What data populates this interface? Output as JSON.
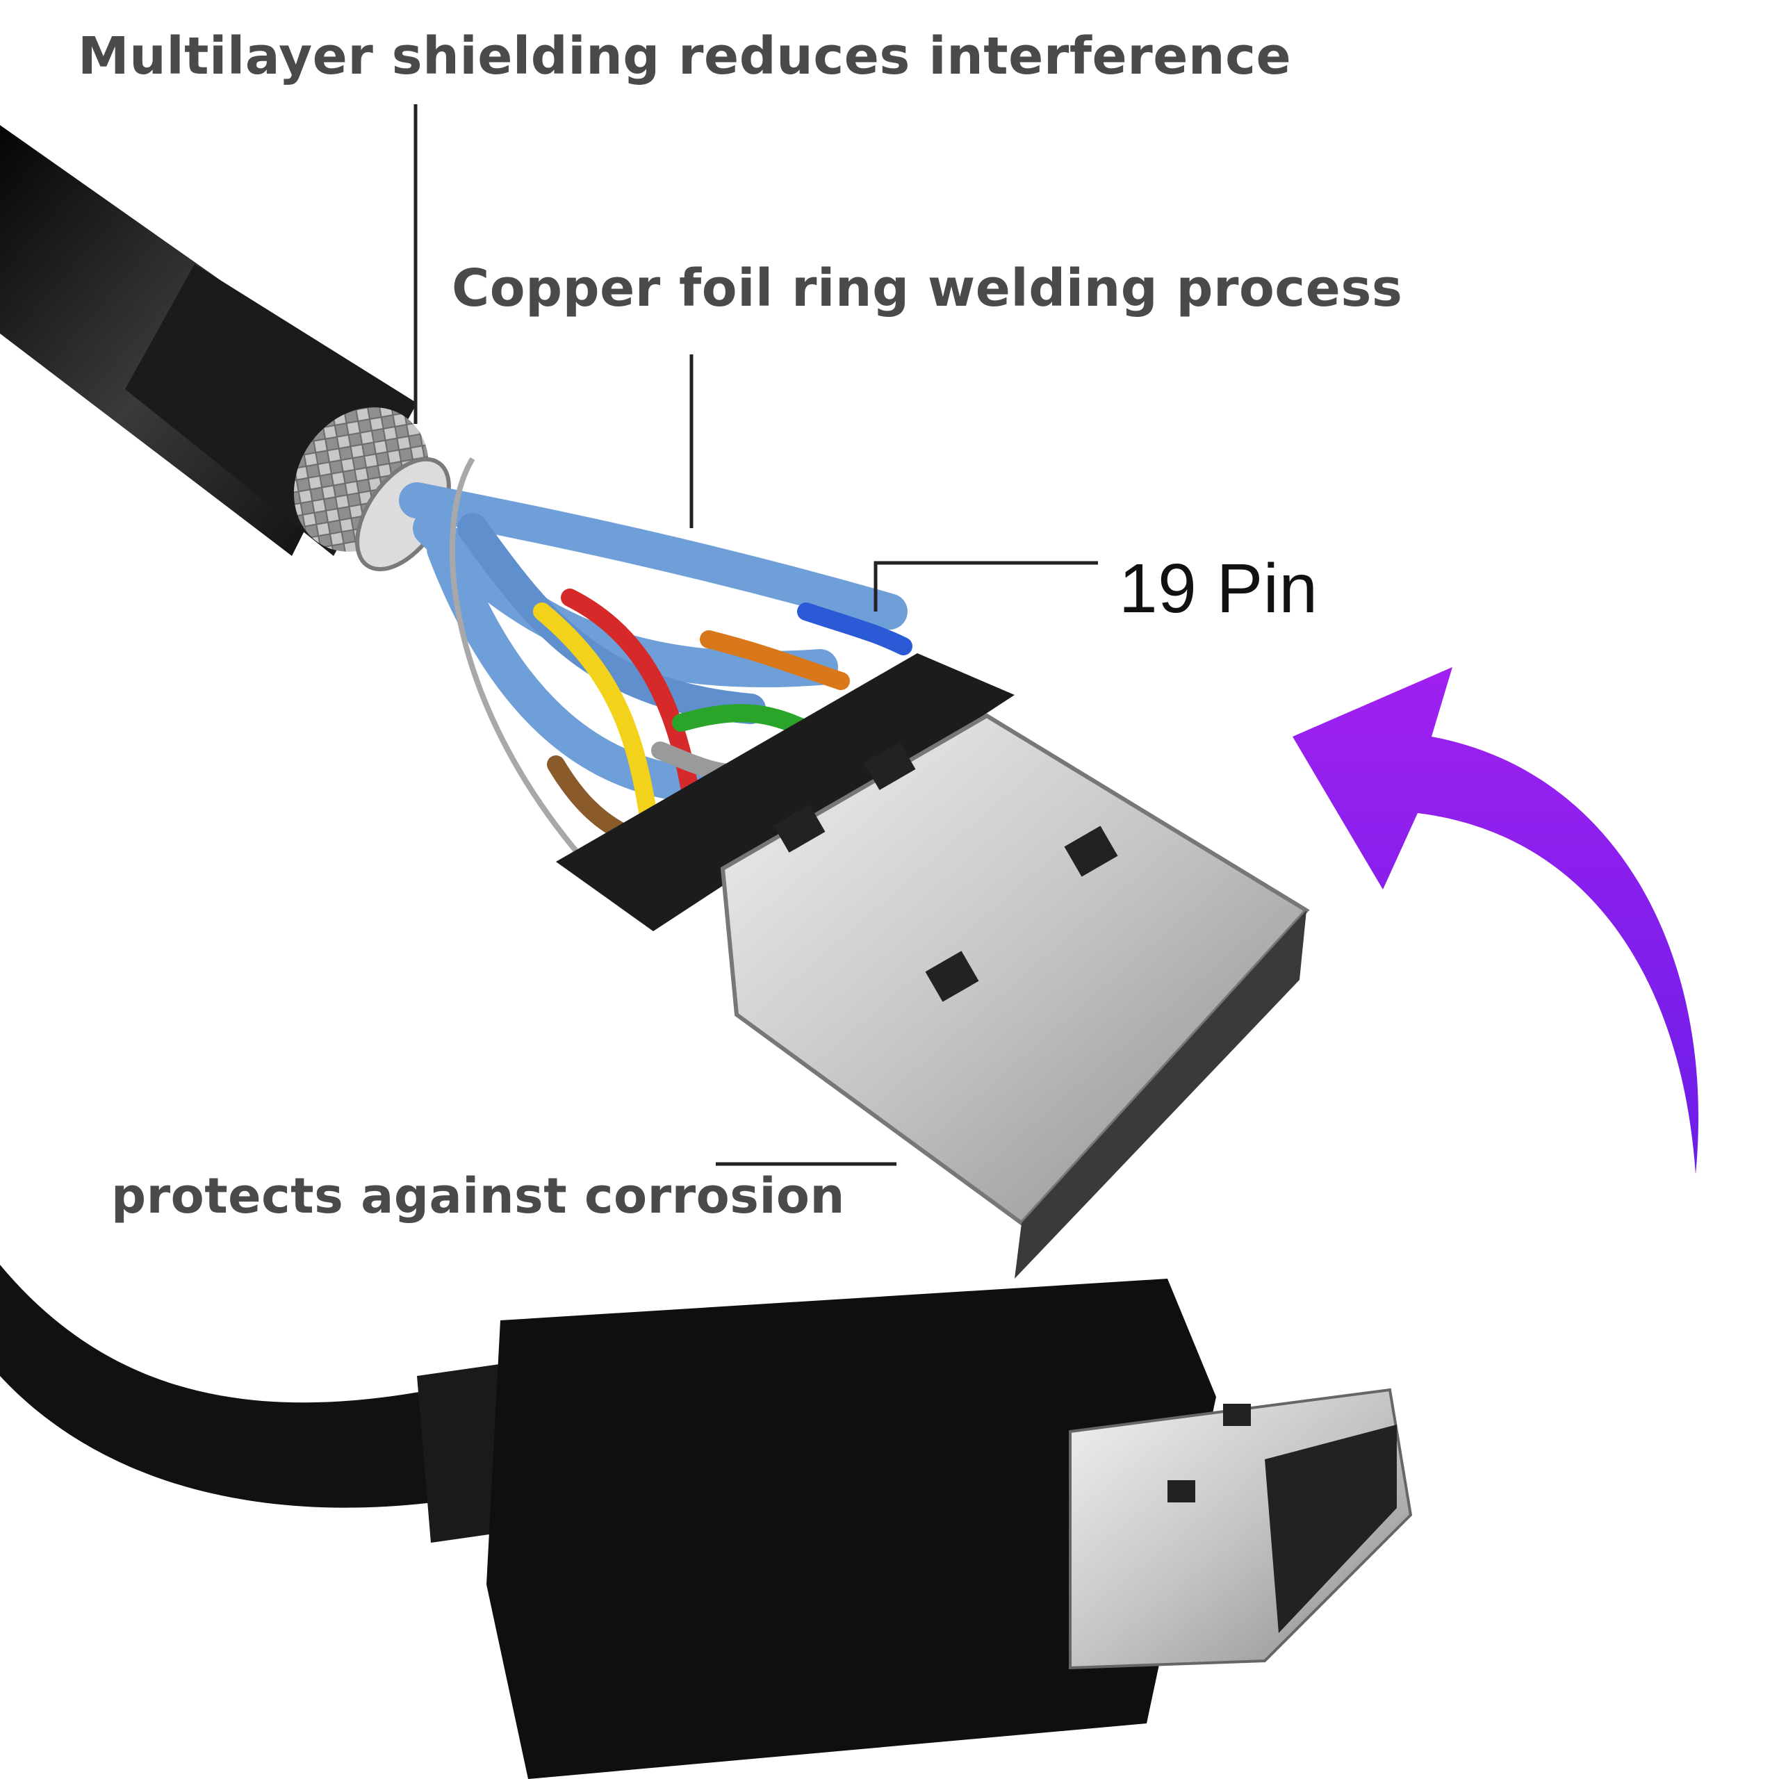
{
  "labels": {
    "shielding": "Multilayer shielding reduces interference",
    "copper": "Copper foil ring welding process",
    "pin": "19 Pin",
    "corrosion": "protects against corrosion"
  },
  "colors": {
    "cable": "#1a1a1a",
    "braid": "#9a9a9a",
    "insulation": "#6f9fd8",
    "connector_metal": "#c9c9c9",
    "arrow_start": "#a020f0",
    "arrow_end": "#6a1ee8",
    "wire_colors": [
      "#f2d21a",
      "#d62a2a",
      "#2aa52a",
      "#d8781a",
      "#8a5a2a",
      "#9a9a9a",
      "#2a5ad6"
    ]
  },
  "icons": {
    "arrow": "curved-arrow-icon"
  }
}
